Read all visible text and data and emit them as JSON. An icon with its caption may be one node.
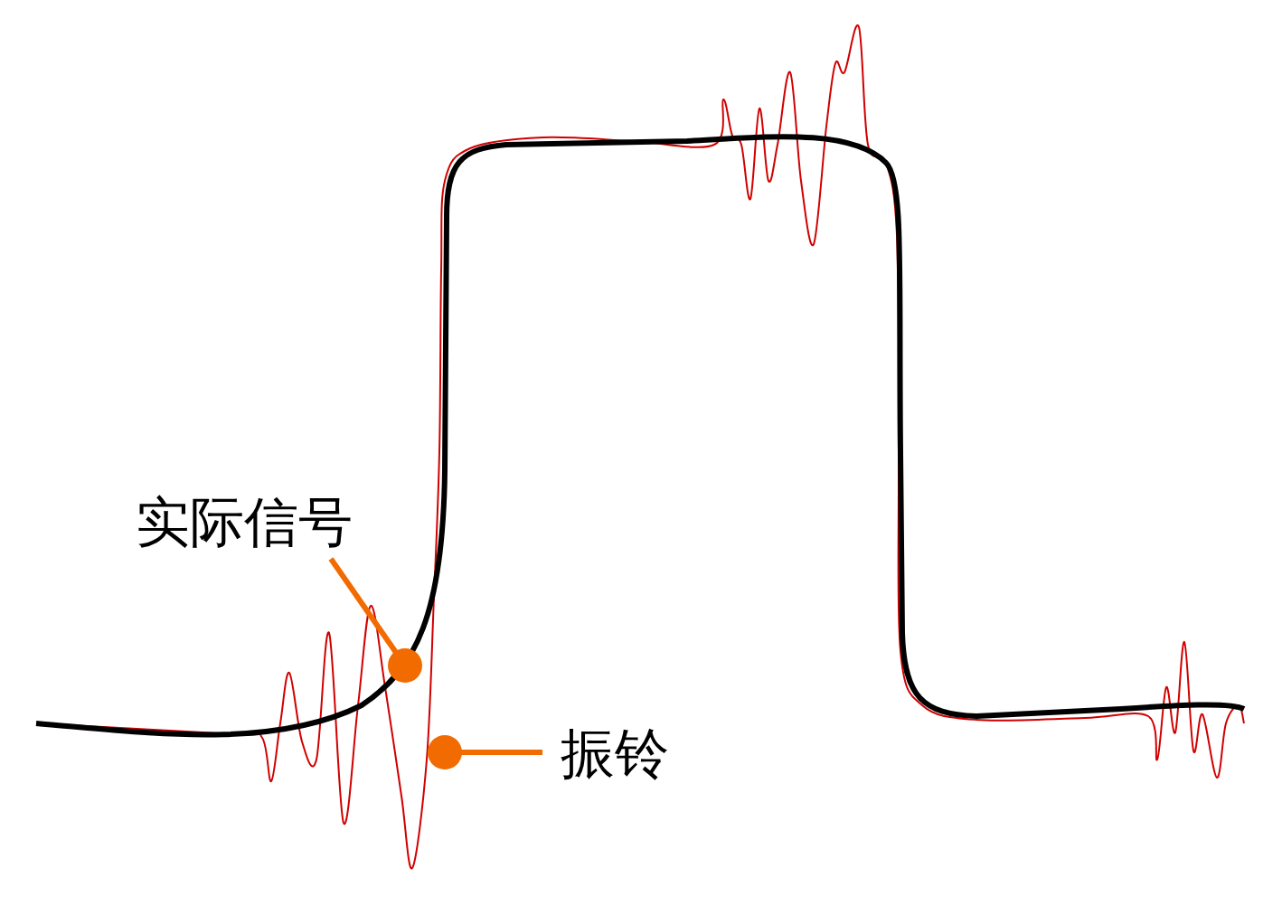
{
  "diagram": {
    "nodes": [
      {
        "text": [
          "实际信号"
        ]
      },
      {
        "text": [
          "振铃"
        ]
      }
    ],
    "edges": [
      {
        "from": 0,
        "to": null,
        "arrow": "other"
      },
      {
        "from": 1,
        "to": null,
        "arrow": "other"
      }
    ]
  }
}
